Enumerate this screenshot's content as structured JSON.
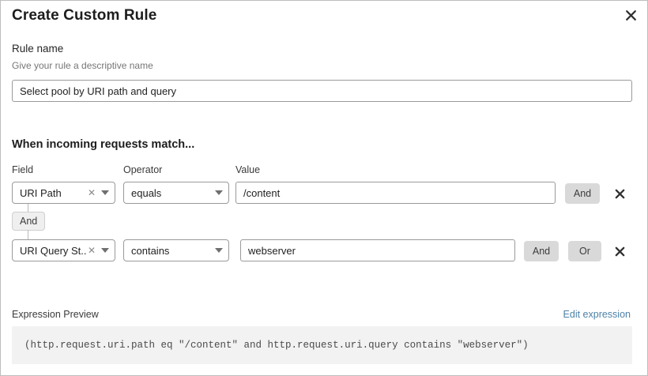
{
  "dialog": {
    "title": "Create Custom Rule",
    "close_icon": "close-icon"
  },
  "rule_name": {
    "label": "Rule name",
    "help": "Give your rule a descriptive name",
    "value": "Select pool by URI path and query",
    "placeholder": "Give your rule a descriptive name"
  },
  "conditions": {
    "section_title": "When incoming requests match...",
    "columns": {
      "field": "Field",
      "operator": "Operator",
      "value": "Value"
    },
    "connector": {
      "label": "And"
    },
    "rows": [
      {
        "field": "URI Path",
        "field_clear_icon": "clear-icon",
        "operator": "equals",
        "value": "/content",
        "value_placeholder": "Enter value",
        "logic_buttons": [
          "And"
        ],
        "delete_icon": "delete-icon"
      },
      {
        "field": "URI Query St...",
        "field_clear_icon": "clear-icon",
        "operator": "contains",
        "value": "webserver",
        "value_placeholder": "Enter value",
        "logic_buttons": [
          "And",
          "Or"
        ],
        "delete_icon": "delete-icon"
      }
    ]
  },
  "expression": {
    "label": "Expression Preview",
    "edit_link": "Edit expression",
    "code": "(http.request.uri.path eq \"/content\" and http.request.uri.query contains \"webserver\")"
  },
  "colors": {
    "link": "#4d82a8",
    "button_gray": "#d9d9d9",
    "code_bg": "#f2f2f2",
    "border": "#9a9a9a"
  }
}
